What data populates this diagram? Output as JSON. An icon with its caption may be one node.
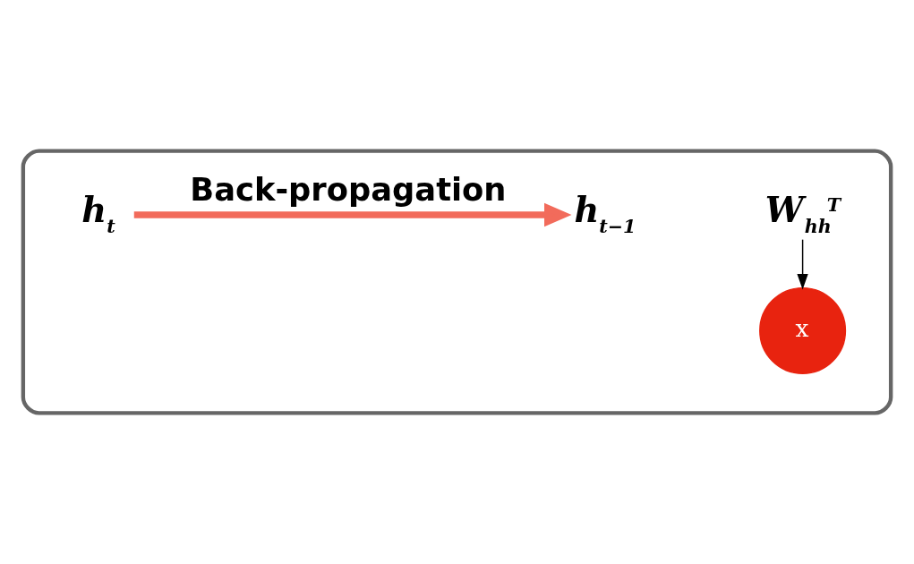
{
  "diagram": {
    "nodes": [
      {
        "text": [],
        "shape": "box"
      },
      {
        "text": [
          "W$_{hh}$$^{T}$"
        ],
        "in": 0
      },
      {
        "text": [
          "x"
        ],
        "in": 0
      },
      {
        "text": [
          "h$_{t−1}$"
        ],
        "in": 0
      },
      {
        "text": [
          "h$_{t}$"
        ],
        "in": 0
      }
    ],
    "edges": [
      {
        "from": 1,
        "to": 2,
        "arrow": "to"
      },
      {
        "from": 4,
        "to": 3,
        "arrow": "to",
        "label": "Back-propagation",
        "style": "thick",
        "color": "#f26b5b"
      }
    ]
  }
}
